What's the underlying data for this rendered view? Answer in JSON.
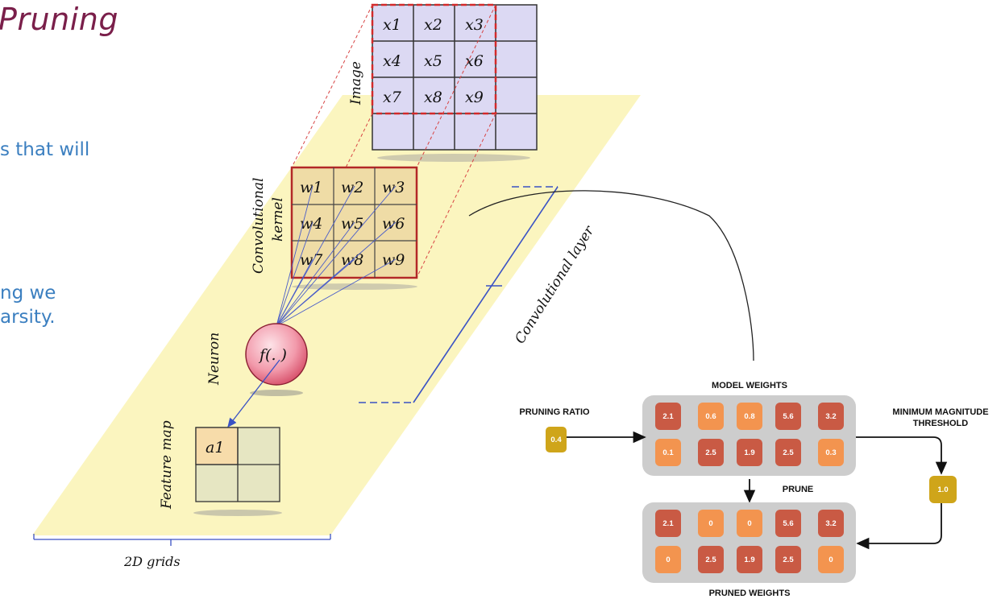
{
  "slide": {
    "title": "Pruning",
    "bullet_fragments": [
      "s that will",
      "ng we",
      "arsity."
    ]
  },
  "conv_diagram": {
    "image_label": "Image",
    "kernel_label_line1": "Convolutional",
    "kernel_label_line2": "kernel",
    "neuron_label": "Neuron",
    "feature_map_label": "Feature map",
    "layer_label": "Convolutional layer",
    "grid_label": "2D grids",
    "neuron_symbol": "f(. )",
    "image_cells": [
      "x1",
      "x2",
      "x3",
      "x4",
      "x5",
      "x6",
      "x7",
      "x8",
      "x9"
    ],
    "kernel_cells": [
      "w1",
      "w2",
      "w3",
      "w4",
      "w5",
      "w6",
      "w7",
      "w8",
      "w9"
    ],
    "feature_cell": "a1"
  },
  "pruning_flow": {
    "model_weights_label": "MODEL WEIGHTS",
    "pruning_ratio_label": "PRUNING RATIO",
    "pruning_ratio_value": "0.4",
    "threshold_label_line1": "MINIMUM MAGNITUDE",
    "threshold_label_line2": "THRESHOLD",
    "threshold_value": "1.0",
    "prune_label": "PRUNE",
    "pruned_weights_label": "PRUNED WEIGHTS",
    "model_weights": [
      [
        "2.1",
        "0.6",
        "0.8",
        "5.6",
        "3.2"
      ],
      [
        "0.1",
        "2.5",
        "1.9",
        "2.5",
        "0.3"
      ]
    ],
    "pruned_weights": [
      [
        "2.1",
        "0",
        "0",
        "5.6",
        "3.2"
      ],
      [
        "0",
        "2.5",
        "1.9",
        "2.5",
        "0"
      ]
    ],
    "colors": {
      "dark": "#c95a44",
      "light": "#f3944f",
      "gold": "#cfa51a",
      "panel": "#cdcdcd"
    }
  }
}
